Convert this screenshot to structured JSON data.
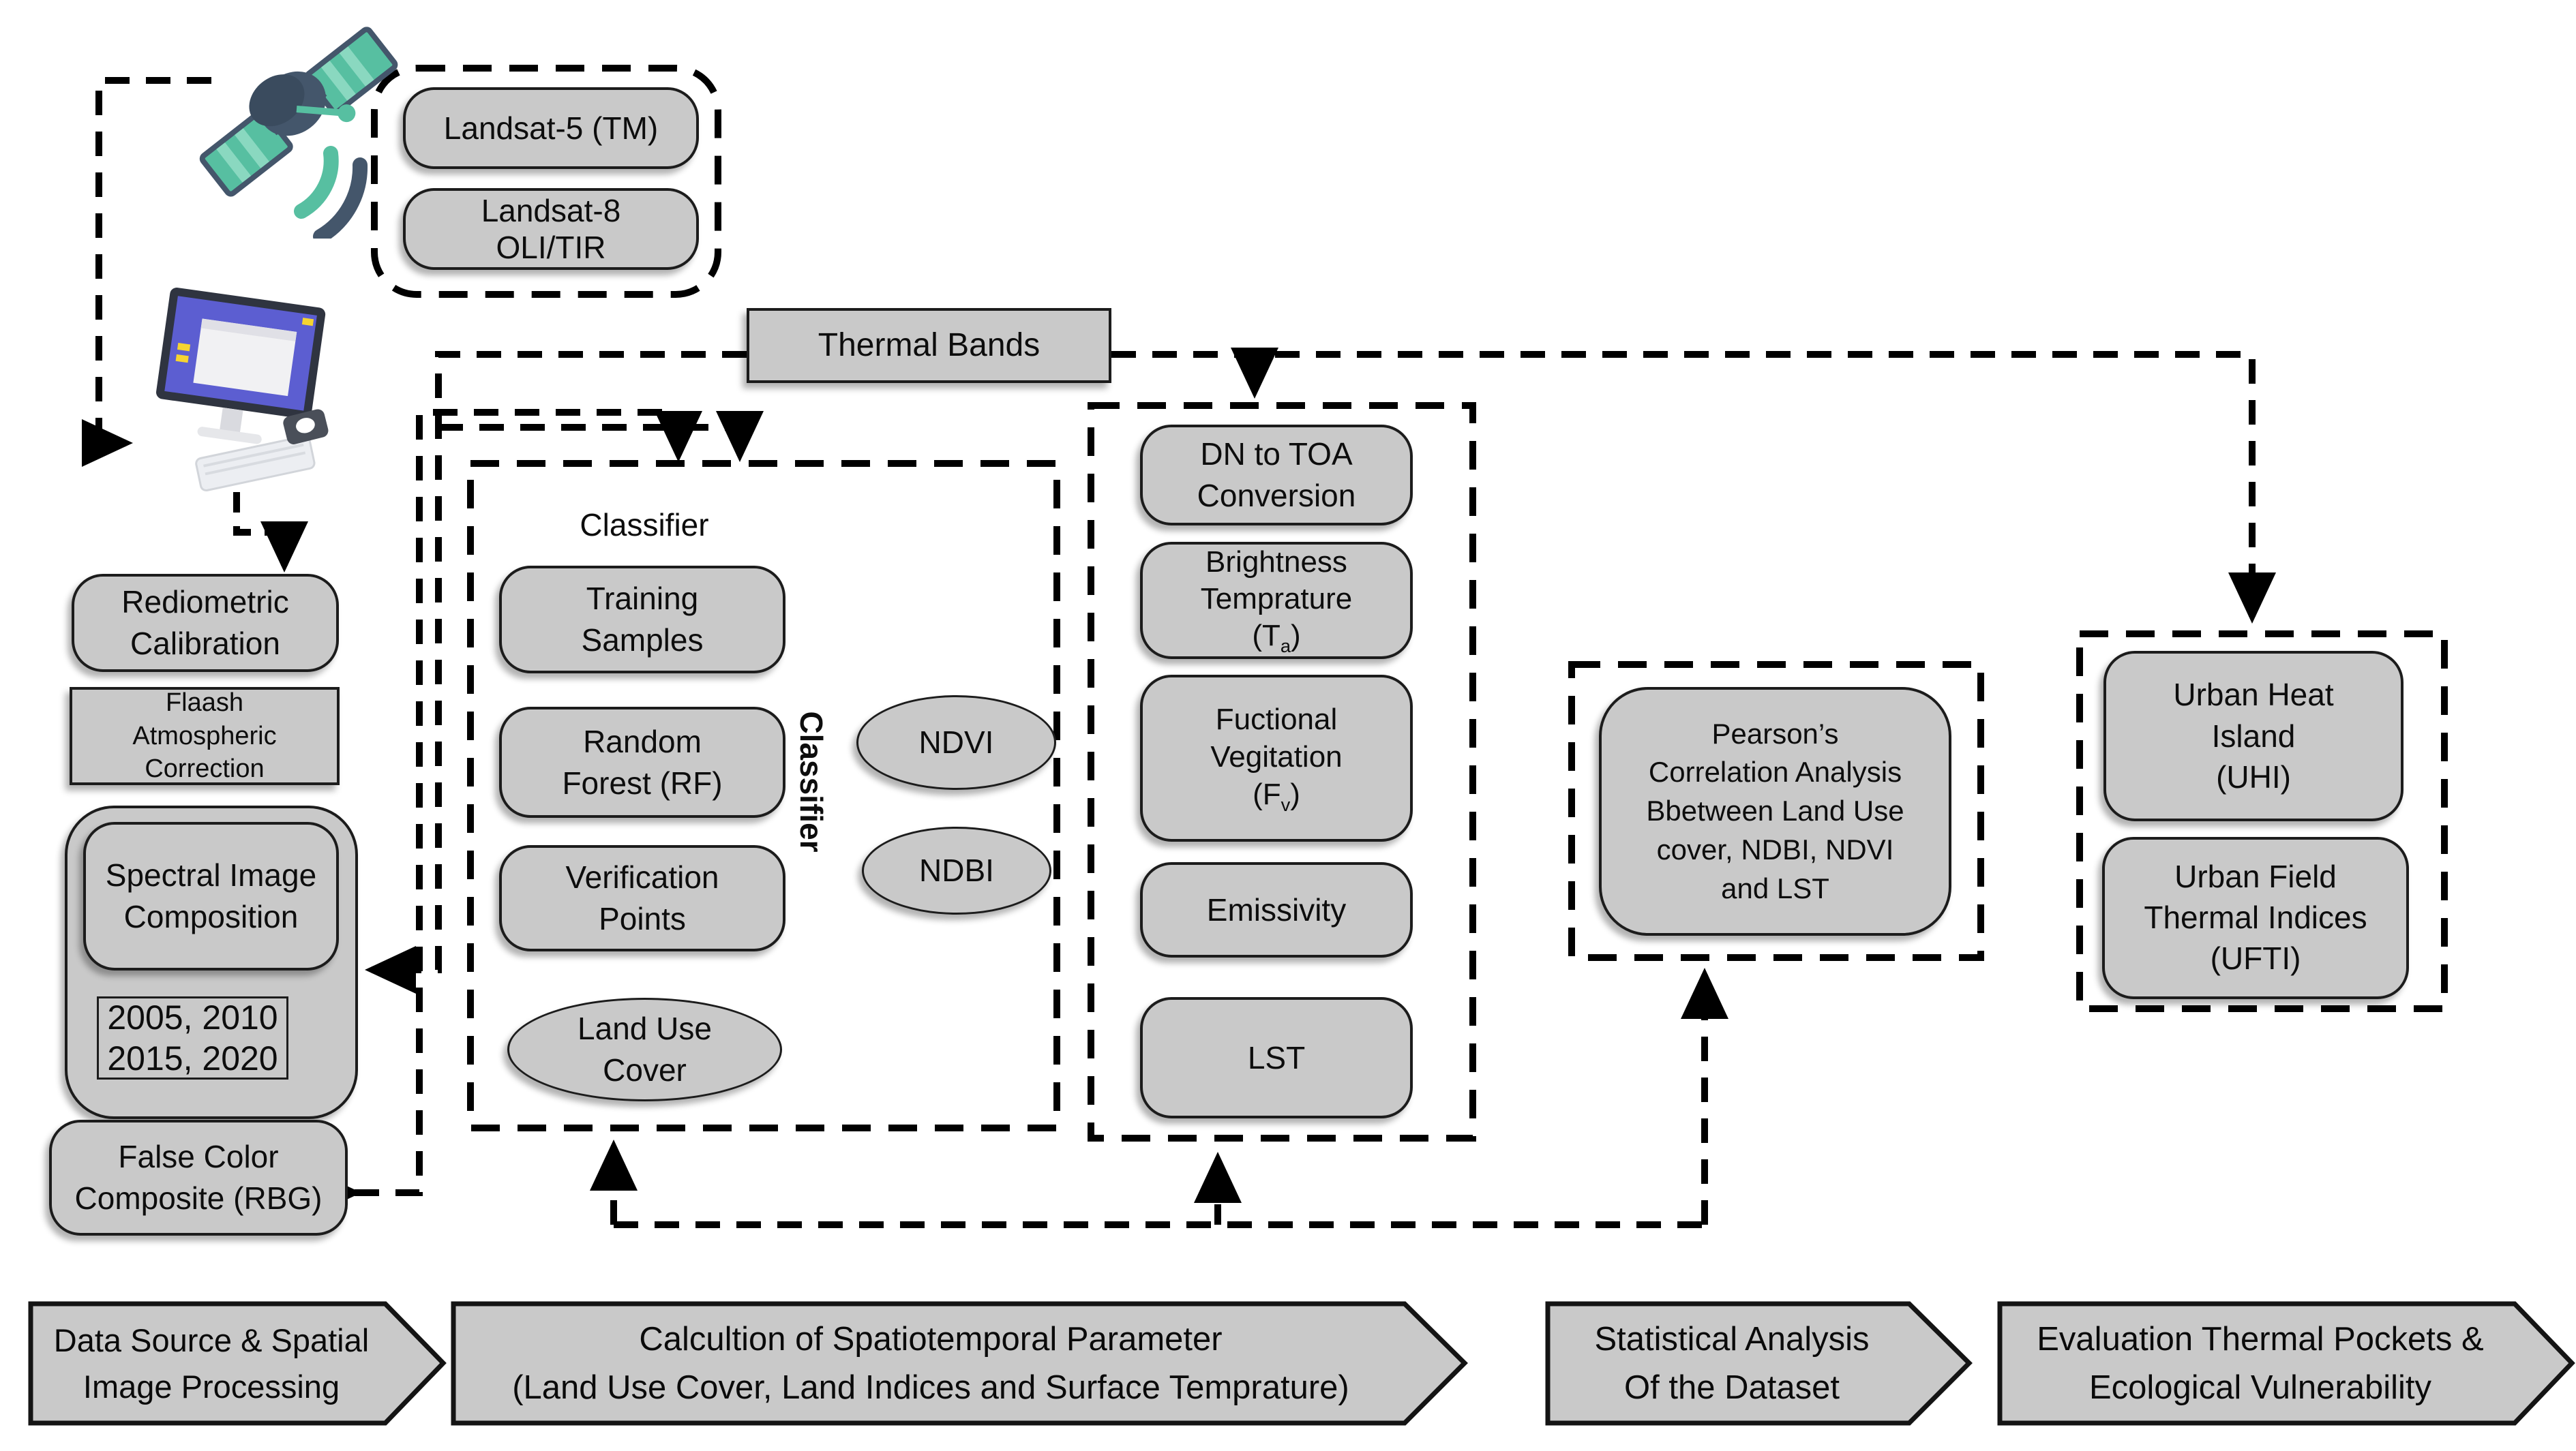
{
  "diagram": {
    "colors": {
      "box_fill": "#c9c9c9",
      "box_border": "#1c1c1c",
      "dash_line": "#000000",
      "satellite_teal": "#57bfa1",
      "satellite_dark": "#44566b",
      "monitor_purple": "#5c5ed1"
    },
    "icons": {
      "satellite": "satellite-icon",
      "computer": "computer-icon"
    },
    "landsat_group": {
      "landsat5": "Landsat-5 (TM)",
      "landsat8_line1": "Landsat-8",
      "landsat8_line2": "OLI/TIR"
    },
    "thermal_bands": "Thermal Bands",
    "left_chain": {
      "radiometric": [
        "Rediometric",
        "Calibration"
      ],
      "flaash": [
        "Flaash",
        "Atmospheric",
        "Correction"
      ],
      "spectral": [
        "Spectral Image",
        "Composition"
      ],
      "years": [
        "2005, 2010",
        "2015, 2020"
      ],
      "false_color": [
        "False Color",
        "Composite (RBG)"
      ]
    },
    "classifier_group": {
      "label_top": "Classifier",
      "label_side": "Classifier",
      "training": [
        "Training",
        "Samples"
      ],
      "random_forest": [
        "Random",
        "Forest (RF)"
      ],
      "verification": [
        "Verification",
        "Points"
      ],
      "land_use": [
        "Land Use",
        "Cover"
      ],
      "ndvi": "NDVI",
      "ndbi": "NDBI"
    },
    "thermal_chain": {
      "dn_toa": [
        "DN to TOA",
        "Conversion"
      ],
      "brightness": {
        "l1": "Brightness",
        "l2": "Temprature",
        "sub_pre": "(T",
        "sub": "a",
        "sub_post": ")"
      },
      "fvegetation": {
        "l1": "Fuctional",
        "l2": "Vegitation",
        "sub_pre": "(F",
        "sub": "v",
        "sub_post": ")"
      },
      "emissivity": "Emissivity",
      "lst": "LST"
    },
    "pearson": [
      "Pearson’s",
      "Correlation Analysis",
      "Bbetween Land Use",
      "cover, NDBI, NDVI",
      "and LST"
    ],
    "uhi_group": {
      "uhi": [
        "Urban Heat",
        "Island",
        "(UHI)"
      ],
      "ufti": [
        "Urban Field",
        "Thermal  Indices",
        "(UFTI)"
      ]
    },
    "banners": [
      [
        "Data Source & Spatial",
        "Image Processing"
      ],
      [
        "Calcultion of Spatiotemporal Parameter",
        "(Land Use Cover, Land Indices and Surface Temprature)"
      ],
      [
        "Statistical Analysis",
        "Of the Dataset"
      ],
      [
        "Evaluation Thermal Pockets &",
        "Ecological Vulnerability"
      ]
    ]
  }
}
